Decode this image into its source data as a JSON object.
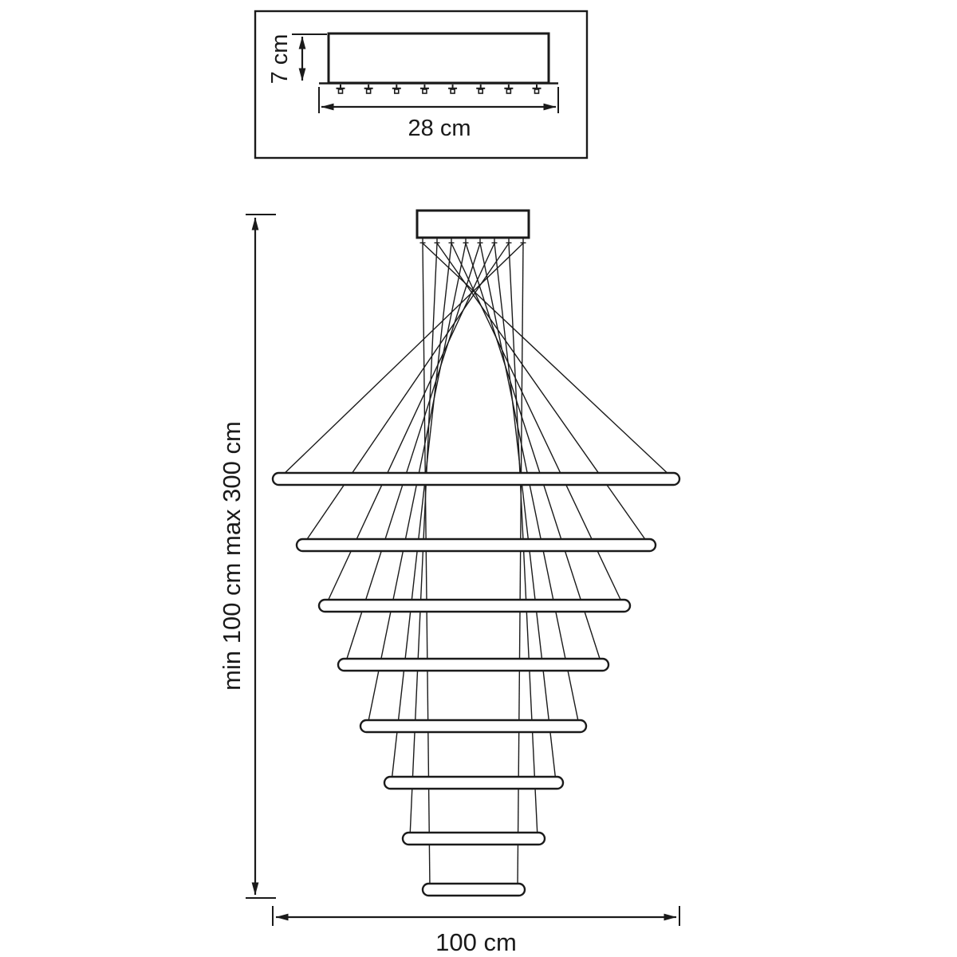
{
  "colors": {
    "line": "#1a1a1a",
    "background": "#ffffff"
  },
  "inset": {
    "height_label": "7 cm",
    "width_label": "28 cm",
    "screw_count": 8
  },
  "main": {
    "height_label": "min 100 cm max 300 cm",
    "width_label": "100 cm",
    "ring_count": 8,
    "hanger_count": 8
  }
}
